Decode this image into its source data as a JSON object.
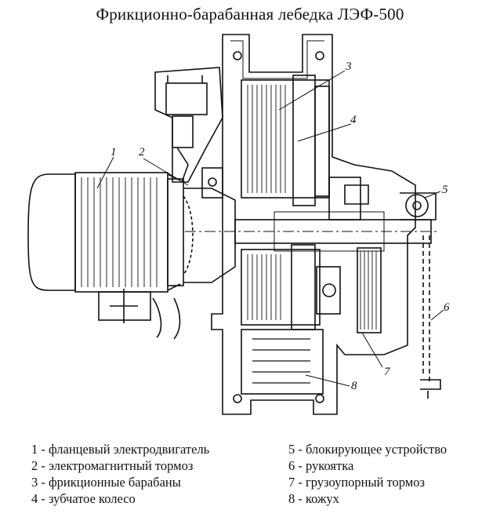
{
  "title": "Фрикционно-барабанная лебедка ЛЭФ-500",
  "callouts": [
    "1",
    "2",
    "3",
    "4",
    "5",
    "6",
    "7",
    "8"
  ],
  "legend": {
    "left": [
      "1 - фланцевый электродвигатель",
      "2 - электромагнитный тормоз",
      "3 - фрикционные барабаны",
      "4 - зубчатое колесо"
    ],
    "right": [
      "5 - блокирующее устройство",
      "6 - рукоятка",
      "7 - грузоупорный тормоз",
      "8 - кожух"
    ]
  }
}
